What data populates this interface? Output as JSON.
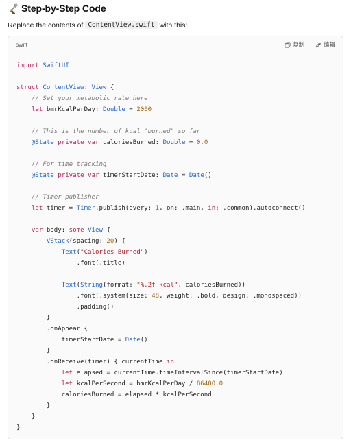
{
  "heading": {
    "title": "Step-by-Step Code"
  },
  "intro": {
    "before": "Replace the contents of",
    "filename": "ContentView.swift",
    "after": "with this:"
  },
  "code_block": {
    "language": "swift",
    "copy_label": "复制",
    "edit_label": "编辑",
    "lines": [
      "import SwiftUI",
      "",
      "struct ContentView: View {",
      "    // Set your metabolic rate here",
      "    let bmrKcalPerDay: Double = 2000",
      "",
      "    // This is the number of kcal \"burned\" so far",
      "    @State private var caloriesBurned: Double = 0.0",
      "",
      "    // For time tracking",
      "    @State private var timerStartDate: Date = Date()",
      "",
      "    // Timer publisher",
      "    let timer = Timer.publish(every: 1, on: .main, in: .common).autoconnect()",
      "",
      "    var body: some View {",
      "        VStack(spacing: 20) {",
      "            Text(\"Calories Burned\")",
      "                .font(.title)",
      "",
      "            Text(String(format: \"%.2f kcal\", caloriesBurned))",
      "                .font(.system(size: 48, weight: .bold, design: .monospaced))",
      "                .padding()",
      "        }",
      "        .onAppear {",
      "            timerStartDate = Date()",
      "        }",
      "        .onReceive(timer) { currentTime in",
      "            let elapsed = currentTime.timeIntervalSince(timerStartDate)",
      "            let kcalPerSecond = bmrKcalPerDay / 86400.0",
      "            caloriesBurned = elapsed * kcalPerSecond",
      "        }",
      "    }",
      "}"
    ]
  }
}
